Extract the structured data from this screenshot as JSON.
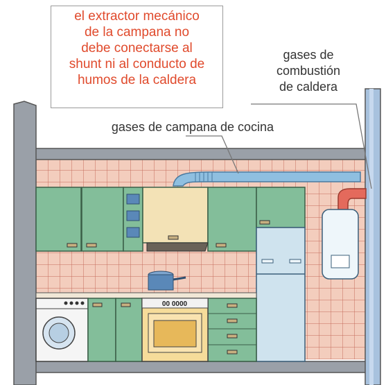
{
  "note": {
    "lines": [
      "el extractor mecánico",
      "de la campana  no",
      "debe conectarse al",
      "shunt ni al conducto de",
      "humos de la caldera"
    ]
  },
  "labels": {
    "boiler_gases": [
      "gases de",
      "combustión",
      "de caldera"
    ],
    "hood_gases": "gases de campana de cocina"
  },
  "appliances": {
    "oven_display": "00  0000"
  },
  "colors": {
    "note_text": "#e04a2c",
    "label_text": "#333333",
    "hood_duct": "#8fbfe0",
    "boiler_flue": "#e46a5c",
    "cabinet": "#83be9a",
    "tile": "#f3cdbd",
    "wall_structure": "#9aa0a8"
  }
}
